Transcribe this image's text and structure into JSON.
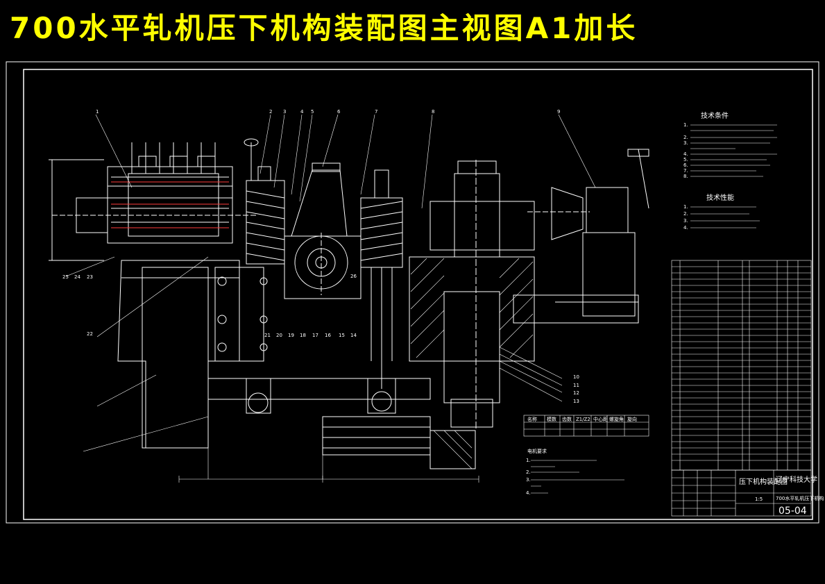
{
  "banner": {
    "title": "700水平轧机压下机构装配图主视图A1加长"
  },
  "colors": {
    "background": "#000000",
    "banner_text": "#ffff00",
    "lines": "#ffffff",
    "accent": "#ff3b3b"
  },
  "drawing": {
    "part_callouts": [
      "1",
      "2",
      "3",
      "4",
      "5",
      "6",
      "7",
      "8",
      "9",
      "10",
      "11",
      "12",
      "13",
      "14",
      "15",
      "16",
      "17",
      "18",
      "19",
      "20",
      "21",
      "22",
      "23",
      "24",
      "25",
      "26"
    ],
    "tech_requirements": {
      "title": "技术条件",
      "items": [
        "1.",
        "2.",
        "3.",
        "4.",
        "5.",
        "6.",
        "7.",
        "8."
      ]
    },
    "tech_performance": {
      "title": "技术性能",
      "items": [
        "1.",
        "2.",
        "3.",
        "4."
      ]
    },
    "gear_table": {
      "headers": [
        "名称",
        "模数",
        "齿数",
        "Z1/Z2",
        "中心距",
        "螺旋角",
        "旋向"
      ]
    },
    "motor_notes": {
      "title": "电机要求",
      "items": [
        "1.",
        "2.",
        "3.",
        "4."
      ]
    },
    "title_block": {
      "drawing_name": "压下机构装配图",
      "school": "辽宁科技大学",
      "product": "700水平轧机压下机构",
      "scale": "1:5",
      "drawing_number": "05-04"
    }
  }
}
